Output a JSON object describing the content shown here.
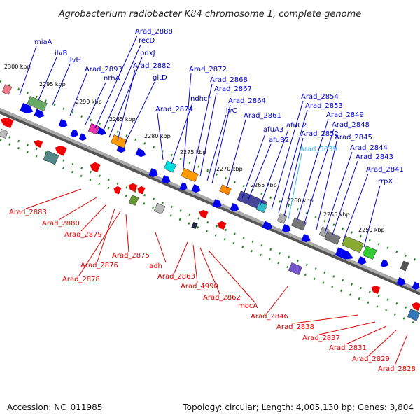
{
  "title": "Agrobacterium radiobacter K84 chromosome 1, complete genome",
  "footer": {
    "accession": "Accession: NC_011985",
    "stats": "Topology: circular; Length: 4,005,130 bp; Genes: 3,804"
  },
  "colors": {
    "forward_label": "#0000cc",
    "reverse_label": "#dd0000",
    "highlight_label": "#33bbee",
    "forward_gene": "#0000ee",
    "reverse_gene": "#ee0000",
    "axis": "#777777",
    "track_dots": "#228822"
  },
  "scale_ticks": [
    "2300 kbp",
    "2295 kbp",
    "2290 kbp",
    "2285 kbp",
    "2280 kbp",
    "2275 kbp",
    "2270 kbp",
    "2265 kbp",
    "2260 kbp",
    "2255 kbp",
    "2250 kbp"
  ],
  "forward_labels": [
    "miaA",
    "ilvB",
    "ilvH",
    "Arad_2893",
    "nthA",
    "Arad_2888",
    "recD",
    "pdxJ",
    "Arad_2882",
    "gltD",
    "Arad_2874",
    "ndhch",
    "Arad_2872",
    "Arad_2868",
    "Arad_2867",
    "ilvC",
    "Arad_2864",
    "Arad_2861",
    "afuA3",
    "afuB2",
    "afuC2",
    "Arad_2854",
    "Arad_2853",
    "Arad_2852",
    "Arad_5039",
    "Arad_2849",
    "Arad_2848",
    "Arad_2845",
    "Arad_2844",
    "Arad_2843",
    "Arad_2841",
    "rrpX"
  ],
  "highlight_labels": [
    "Arad_5039"
  ],
  "reverse_labels": [
    "Arad_2883",
    "Arad_2880",
    "Arad_2879",
    "Arad_2876",
    "Arad_2878",
    "Arad_2875",
    "adh",
    "Arad_2863",
    "Arad_4990",
    "Arad_2862",
    "mocA",
    "Arad_2846",
    "Arad_2838",
    "Arad_2837",
    "Arad_2831",
    "Arad_2829",
    "Arad_2828"
  ]
}
